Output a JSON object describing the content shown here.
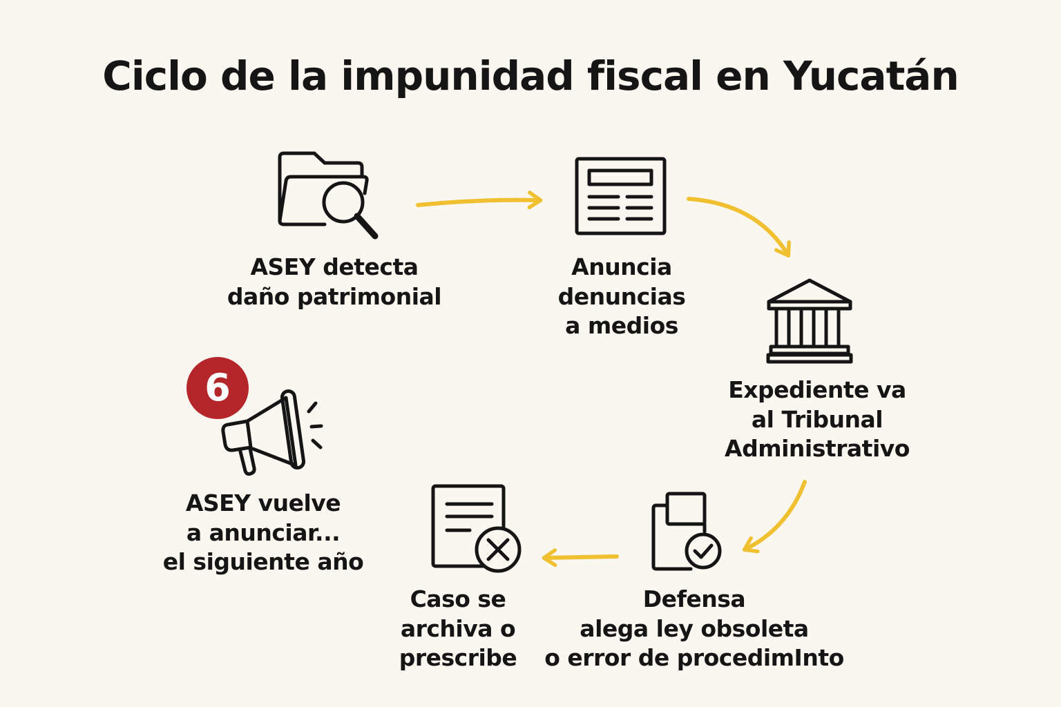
{
  "title": "Ciclo de la impunidad fiscal en Yucatán",
  "colors": {
    "background": "#faf7f0",
    "arrow": "#f0c030",
    "badge": "#b5262b",
    "ink": "#151515"
  },
  "steps": [
    {
      "icon": "folder-search-icon",
      "lines": [
        "ASEY detecta",
        "daño patrimonial"
      ]
    },
    {
      "icon": "newspaper-icon",
      "lines": [
        "Anuncia",
        "denuncias",
        "a medios"
      ]
    },
    {
      "icon": "courthouse-icon",
      "lines": [
        "Expediente va",
        "al Tribunal",
        "Administrativo"
      ]
    },
    {
      "icon": "document-check-icon",
      "lines": [
        "Defensa",
        "alega ley obsoleta",
        "o error de procedimInto"
      ]
    },
    {
      "icon": "document-cancel-icon",
      "lines": [
        "Caso se",
        "archiva o",
        "prescribe"
      ]
    },
    {
      "icon": "megaphone-icon",
      "lines": [
        "ASEY vuelve",
        "a anunciar...",
        "el siguiente año"
      ],
      "badge": "6"
    }
  ]
}
